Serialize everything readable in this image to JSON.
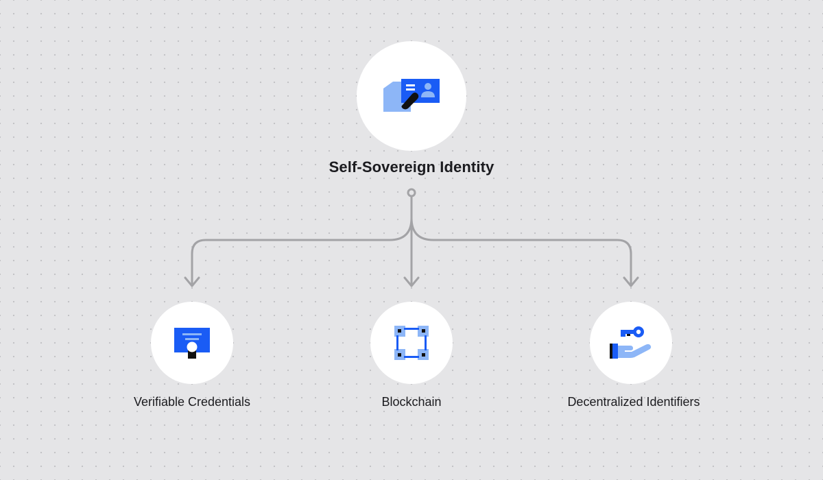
{
  "diagram": {
    "root": {
      "label": "Self-Sovereign Identity",
      "icon": "id-card-icon"
    },
    "children": [
      {
        "label": "Verifiable Credentials",
        "icon": "certificate-icon"
      },
      {
        "label": "Blockchain",
        "icon": "blockchain-nodes-icon"
      },
      {
        "label": "Decentralized Identifiers",
        "icon": "hand-key-icon"
      }
    ]
  },
  "colors": {
    "background": "#e5e5e7",
    "dot": "#c3c3c6",
    "node_fill": "#ffffff",
    "connector": "#a3a3a6",
    "accent_blue": "#1a5cf5",
    "light_blue": "#8db6f7",
    "ink": "#1b1b1f"
  }
}
